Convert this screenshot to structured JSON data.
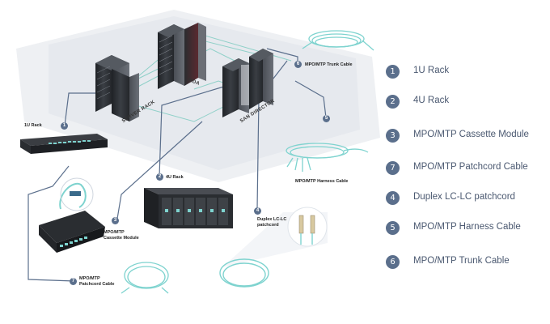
{
  "diagram": {
    "rack_labels": {
      "server_rack": "SERVER RACK",
      "mda": "MDA",
      "san_director": "SAN DIRECTOR"
    },
    "callouts": [
      {
        "id": "1u",
        "number": "1",
        "text": "1U Rack"
      },
      {
        "id": "4u",
        "number": "2",
        "text": "4U Rack"
      },
      {
        "id": "cassette",
        "number": "3",
        "text": "MPO/MTP\nCassette Module"
      },
      {
        "id": "duplex",
        "number": "4",
        "text": "Duplex LC-LC\npatchcord"
      },
      {
        "id": "harness",
        "number": "5",
        "text": "MPO/MTP Harness Cable"
      },
      {
        "id": "trunk",
        "number": "6",
        "text": "MPO/MTP Trunk Cable"
      },
      {
        "id": "patchcord",
        "number": "7",
        "text": "MPO/MTP\nPatchcord Cable"
      }
    ]
  },
  "legend": [
    {
      "number": "1",
      "label": "1U Rack"
    },
    {
      "number": "2",
      "label": "4U Rack"
    },
    {
      "number": "3",
      "label": "MPO/MTP Cassette Module"
    },
    {
      "number": "7",
      "label": "MPO/MTP Patchcord  Cable"
    },
    {
      "number": "4",
      "label": "Duplex LC-LC patchcord"
    },
    {
      "number": "5",
      "label": "MPO/MTP Harness Cable"
    },
    {
      "number": "6",
      "label": "MPO/MTP Trunk Cable"
    }
  ],
  "colors": {
    "badge": "#5b6f8c",
    "connector_line": "#5b6f8c",
    "fiber_aqua": "#7ed3cf",
    "network_line": "#8fd0c8",
    "floor": "#eef0f3",
    "rack_dark": "#2b2e33"
  }
}
